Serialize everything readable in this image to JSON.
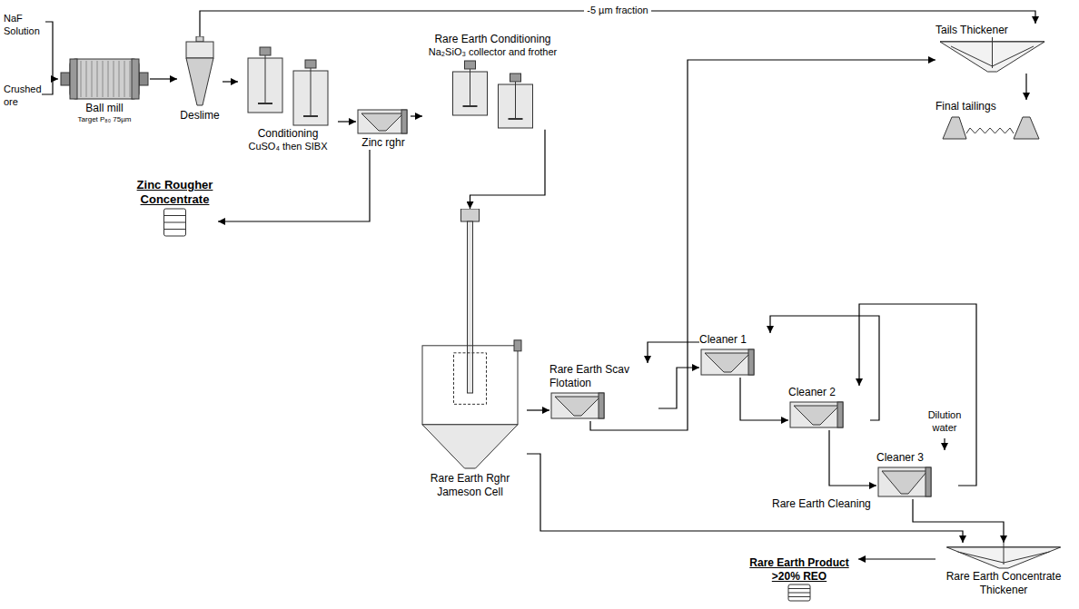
{
  "diagram": {
    "nodes": [
      {
        "text": [
          "Ball mill",
          "Target P₈₀ 75µm"
        ]
      },
      {
        "text": [
          "Deslime"
        ]
      },
      {
        "text": [
          "Conditioning",
          "CuSO₄ then SIBX"
        ]
      },
      {
        "text": [
          "Zinc rghr"
        ]
      },
      {
        "text": [
          "Rare Earth Conditioning",
          "Na₂SiO₃ collector and frother"
        ]
      },
      {
        "text": [
          "Zinc Rougher Concentrate"
        ]
      },
      {
        "text": [
          "Rare Earth Rghr Jameson Cell"
        ]
      },
      {
        "text": [
          "Rare Earth Scav Flotation"
        ]
      },
      {
        "text": [
          "Cleaner 1"
        ]
      },
      {
        "text": [
          "Cleaner 2"
        ]
      },
      {
        "text": [
          "Cleaner 3"
        ]
      },
      {
        "text": [
          "Tails Thickener"
        ]
      },
      {
        "text": [
          "Final tailings"
        ]
      },
      {
        "text": [
          "Rare Earth Concentrate Thickener"
        ]
      },
      {
        "text": [
          "Rare Earth Product",
          ">20% REO"
        ]
      }
    ],
    "edges": [
      {
        "from": 0,
        "to": 1,
        "arrow": "to"
      },
      {
        "from": 1,
        "to": 11,
        "label": "-5 µm fraction",
        "arrow": "to"
      },
      {
        "from": 1,
        "to": 2,
        "arrow": "to"
      },
      {
        "from": 2,
        "to": 3,
        "arrow": "to"
      },
      {
        "from": 3,
        "to": 4,
        "arrow": "to"
      },
      {
        "from": 3,
        "to": 5,
        "arrow": "to"
      },
      {
        "from": 4,
        "to": 6,
        "arrow": "to"
      },
      {
        "from": 6,
        "to": 7,
        "arrow": "to"
      },
      {
        "from": 6,
        "to": 13,
        "arrow": "to"
      },
      {
        "from": 7,
        "to": 8,
        "arrow": "to"
      },
      {
        "from": 7,
        "to": 11,
        "arrow": "to"
      },
      {
        "from": 8,
        "to": 9,
        "arrow": "to"
      },
      {
        "from": 9,
        "to": 10,
        "arrow": "to"
      },
      {
        "from": 10,
        "to": 13,
        "arrow": "to"
      },
      {
        "from": 9,
        "to": 8,
        "arrow": "to"
      },
      {
        "from": 10,
        "to": 9,
        "arrow": "to"
      },
      {
        "from": 8,
        "to": 7,
        "arrow": "to"
      },
      {
        "from": 11,
        "to": 12,
        "arrow": "to"
      },
      {
        "from": 13,
        "to": 14,
        "arrow": "to"
      }
    ],
    "labels": [
      "NaF Solution",
      "Crushed ore",
      "Dilution water",
      "Rare Earth Cleaning"
    ]
  }
}
